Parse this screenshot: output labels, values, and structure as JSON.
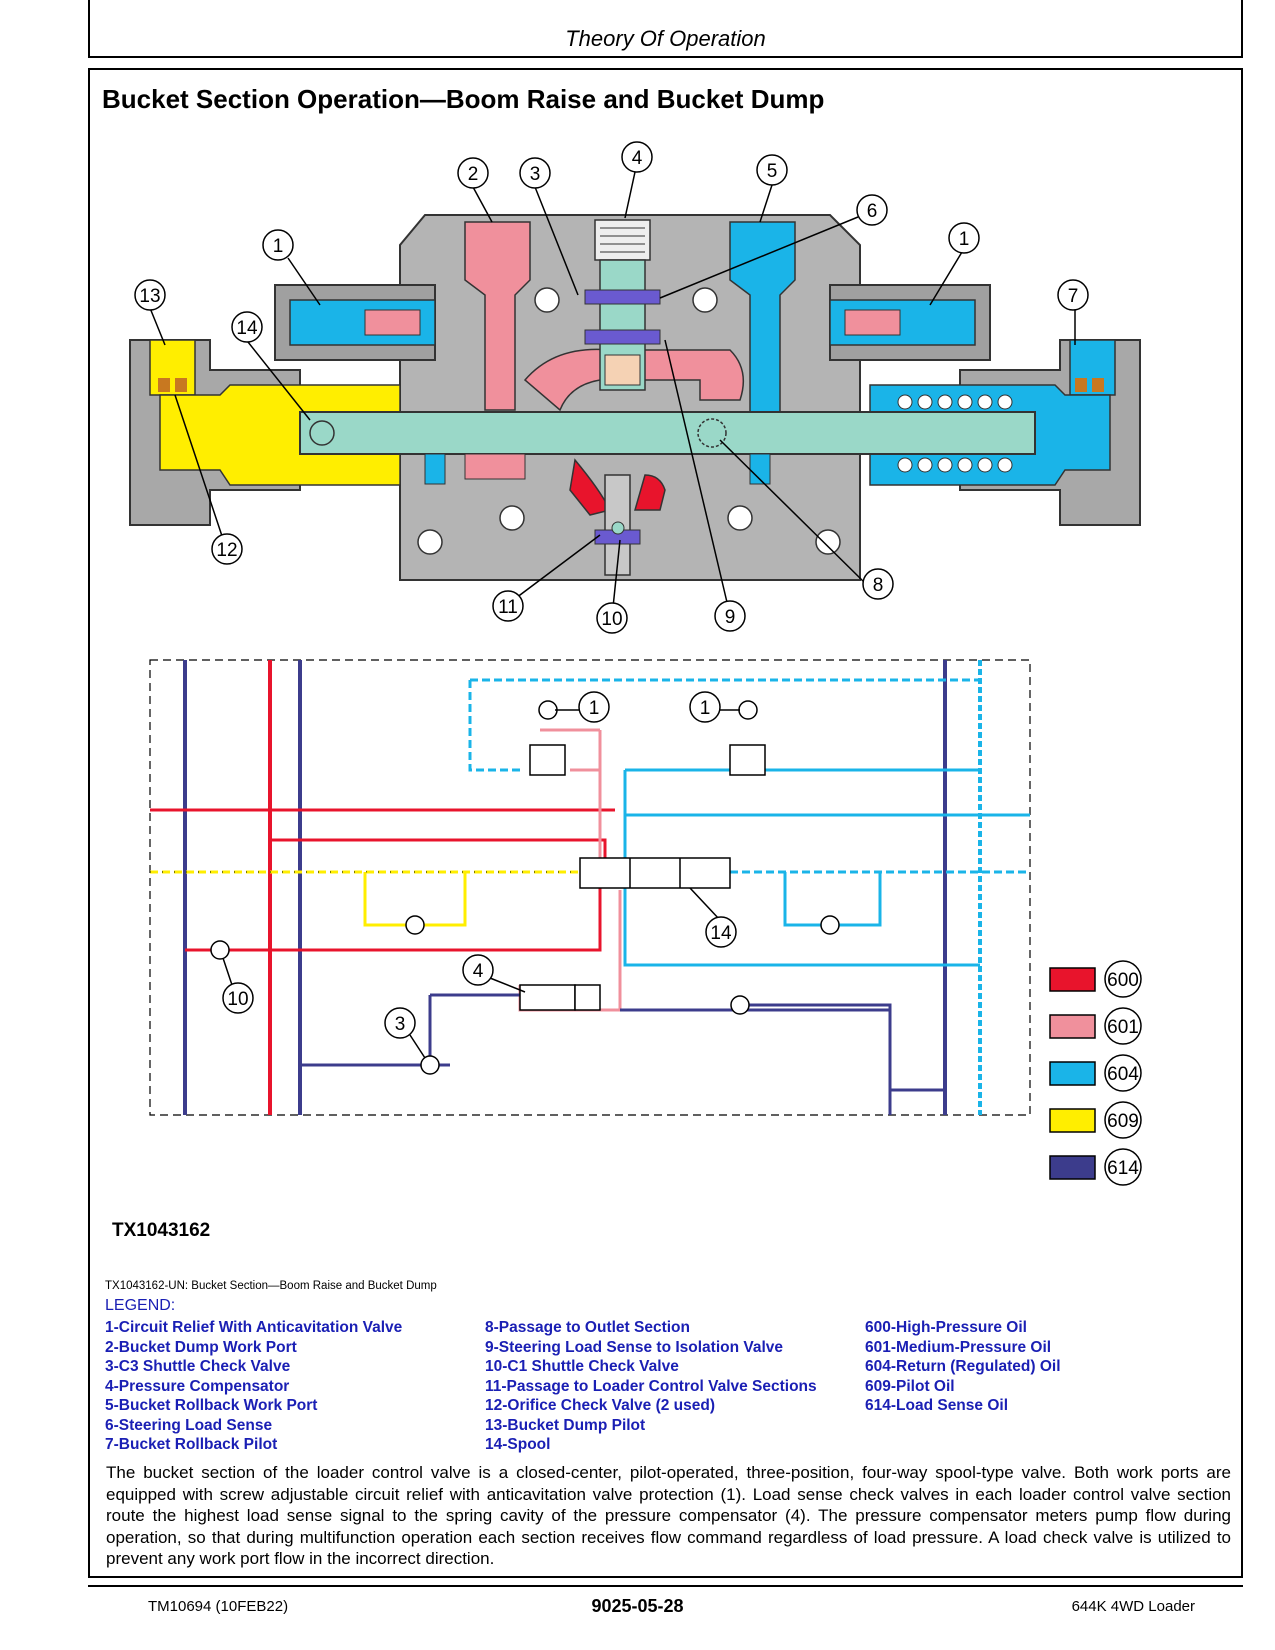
{
  "header": {
    "title": "Theory Of Operation"
  },
  "section_title": "Bucket Section Operation—Boom Raise and Bucket Dump",
  "figure": {
    "id": "TX1043162",
    "caption": "TX1043162-UN: Bucket Section—Boom Raise and Bucket Dump",
    "cutaway_callouts": [
      "1",
      "1",
      "2",
      "3",
      "4",
      "5",
      "6",
      "7",
      "8",
      "9",
      "10",
      "11",
      "12",
      "13",
      "14"
    ],
    "schematic_callouts": [
      "1",
      "1",
      "3",
      "4",
      "10",
      "14"
    ],
    "color_key": [
      {
        "code": "600",
        "color": "#e8142c"
      },
      {
        "code": "601",
        "color": "#f0909c"
      },
      {
        "code": "604",
        "color": "#1ab4e8"
      },
      {
        "code": "609",
        "color": "#ffee00"
      },
      {
        "code": "614",
        "color": "#3c3c8c"
      }
    ]
  },
  "legend": {
    "title": "LEGEND:",
    "col1": [
      "1-Circuit Relief With Anticavitation Valve",
      "2-Bucket Dump Work Port",
      "3-C3 Shuttle Check Valve",
      "4-Pressure Compensator",
      "5-Bucket Rollback Work Port",
      "6-Steering Load Sense",
      "7-Bucket Rollback Pilot"
    ],
    "col2": [
      "8-Passage to Outlet Section",
      "9-Steering Load Sense to Isolation Valve",
      "10-C1 Shuttle Check Valve",
      "11-Passage to Loader Control Valve Sections",
      "12-Orifice Check Valve (2 used)",
      "13-Bucket Dump Pilot",
      "14-Spool"
    ],
    "col3": [
      "600-High-Pressure Oil",
      "601-Medium-Pressure Oil",
      "604-Return (Regulated) Oil",
      "609-Pilot Oil",
      "614-Load Sense Oil"
    ]
  },
  "body_text": "The bucket section of the loader control valve is a closed-center, pilot-operated, three-position, four-way spool-type valve. Both work ports are equipped with screw adjustable circuit relief with anticavitation valve protection (1). Load sense check valves in each loader control valve section route the highest load sense signal to the spring cavity of the pressure compensator (4). The pressure compensator meters pump flow during operation, so that during multifunction operation each section receives flow command regardless of load pressure. A load check valve is utilized to prevent any work port flow in the incorrect direction.",
  "footer": {
    "left": "TM10694 (10FEB22)",
    "center": "9025-05-28",
    "right": "644K 4WD Loader"
  }
}
